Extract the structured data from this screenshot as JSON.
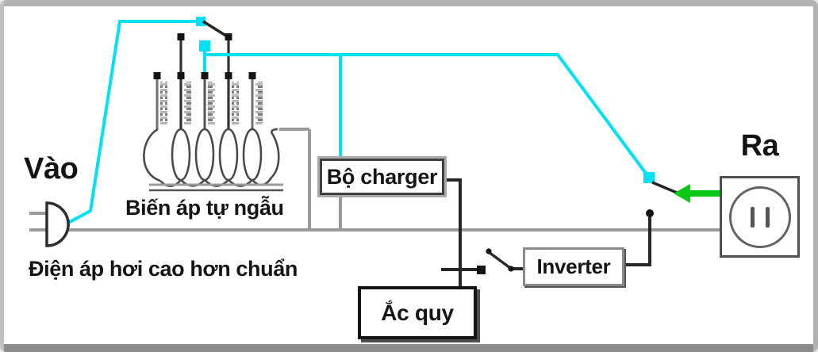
{
  "labels": {
    "input": "Vào",
    "output": "Ra",
    "transformer": "Biến áp tự ngẫu",
    "note": "Điện áp hơi cao hơn chuẩn",
    "charger": "Bộ charger",
    "battery": "Ắc quy",
    "inverter": "Inverter"
  },
  "transformer": {
    "tap_count": 5
  },
  "colors": {
    "live": "#00e2f4",
    "feed": "#0cc714",
    "neutral": "#9b9b9b",
    "gray_wire": "#8d8d8d",
    "dc": "#262626",
    "coil": "#4a4a4a"
  }
}
